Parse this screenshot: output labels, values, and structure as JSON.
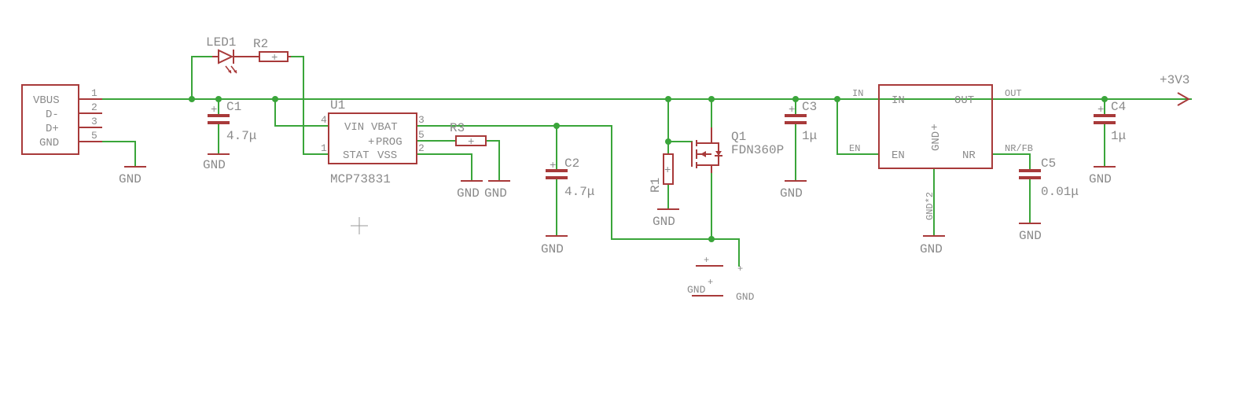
{
  "connector": {
    "pins": [
      "VBUS",
      "D-",
      "D+",
      "GND"
    ],
    "pin_numbers": [
      "1",
      "2",
      "3",
      "5"
    ]
  },
  "led1": {
    "ref": "LED1"
  },
  "r2": {
    "ref": "R2"
  },
  "c1": {
    "ref": "C1",
    "value": "4.7μ"
  },
  "u1": {
    "ref": "U1",
    "part": "MCP73831",
    "pin_vin": "VIN",
    "pin_vbat": "VBAT",
    "pin_prog": "PROG",
    "pin_stat": "STAT",
    "pin_vss": "VSS",
    "num_4": "4",
    "num_1": "1",
    "num_3": "3",
    "num_5": "5",
    "num_2": "2"
  },
  "r3": {
    "ref": "R3"
  },
  "c2": {
    "ref": "C2",
    "value": "4.7μ"
  },
  "r1": {
    "ref": "R1"
  },
  "q1": {
    "ref": "Q1",
    "part": "FDN360P"
  },
  "c3": {
    "ref": "C3",
    "value": "1μ"
  },
  "regulator": {
    "pin_in": "IN",
    "pin_en": "EN",
    "pin_out": "OUT",
    "pin_nr": "NR",
    "pin_gnd": "GND",
    "net_in": "IN",
    "net_en": "EN",
    "net_out": "OUT",
    "net_nr": "NR/FB",
    "net_gnd": "GND*2"
  },
  "c5": {
    "ref": "C5",
    "value": "0.01μ"
  },
  "c4": {
    "ref": "C4",
    "value": "1μ"
  },
  "supply": {
    "label": "+3V3"
  },
  "gnd_label": "GND",
  "plus_sign": "+"
}
